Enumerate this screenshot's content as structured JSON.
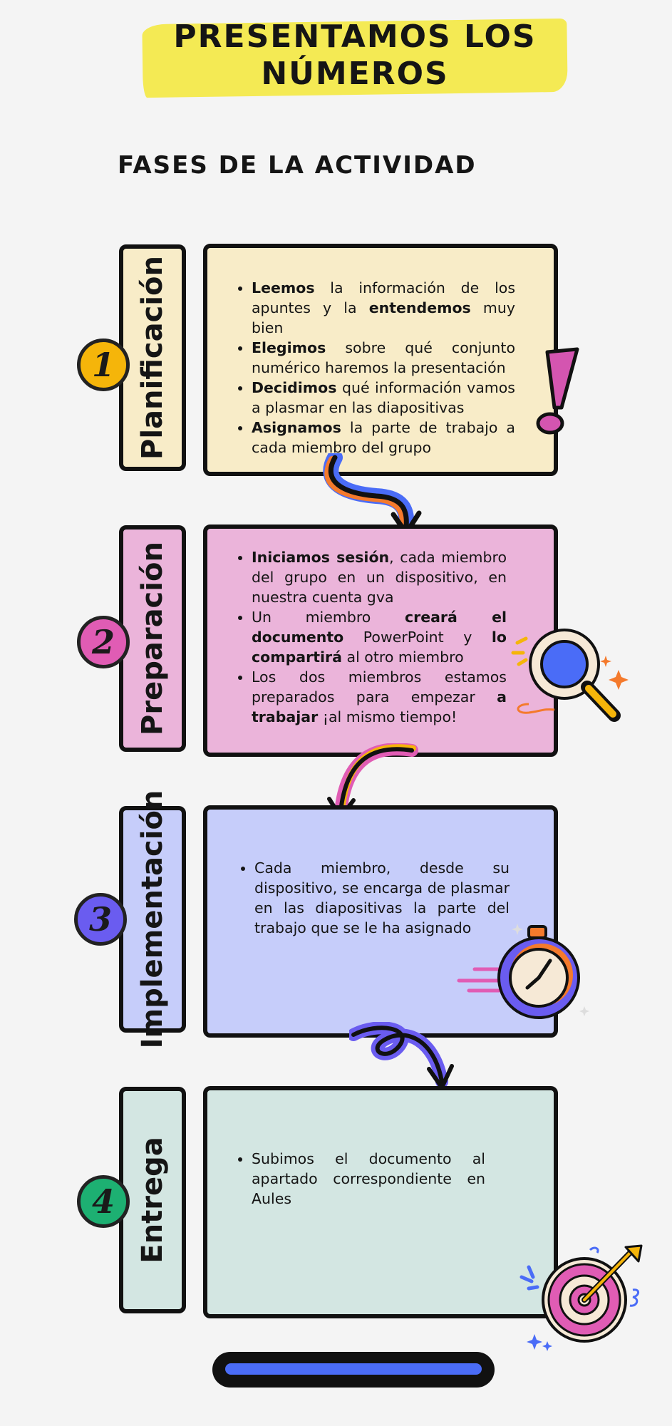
{
  "title": {
    "line1": "PRESENTAMOS LOS",
    "line2": "NÚMEROS"
  },
  "subtitle": "FASES DE LA ACTIVIDAD",
  "phases": [
    {
      "number": "1",
      "label": "Planificación",
      "badge_color": "#f5b50a",
      "box_color": "#f8ecc8",
      "label_color": "#f8ecc8",
      "items": [
        [
          "<b>Leemos</b> la información de los apuntes y la <b>entendemos</b> muy bien"
        ],
        [
          "<b>Elegimos</b> sobre qué conjunto numérico haremos la presentación"
        ],
        [
          "<b>Decidimos</b> qué información vamos a plasmar en las diapositivas"
        ],
        [
          "<b>Asignamos</b> la parte de trabajo a cada miembro del grupo"
        ]
      ]
    },
    {
      "number": "2",
      "label": "Preparación",
      "badge_color": "#e05cb4",
      "box_color": "#ebb4da",
      "label_color": "#ebb4da",
      "items": [
        [
          "<b>Iniciamos sesión</b>, cada miembro del grupo en un dispositivo, en nuestra cuenta gva"
        ],
        [
          "Un miembro <b>creará el documento</b> PowerPoint y <b>lo compartirá</b> al otro miembro"
        ],
        [
          "Los dos miembros estamos preparados para empezar <b>a trabajar</b> ¡al mismo tiempo!"
        ]
      ]
    },
    {
      "number": "3",
      "label": "Implementación",
      "badge_color": "#6a5cf0",
      "box_color": "#c6cdfa",
      "label_color": "#c6cdfa",
      "items": [
        [
          "Cada miembro, desde su dispositivo, se encarga de plasmar en las diapositivas la parte del trabajo que se le ha asignado"
        ]
      ]
    },
    {
      "number": "4",
      "label": "Entrega",
      "badge_color": "#1db072",
      "box_color": "#d3e6e2",
      "label_color": "#d3e6e2",
      "items": [
        [
          "Subimos el documento al apartado correspondiente en Aules"
        ]
      ]
    }
  ],
  "icons": {
    "phase1": "exclamation-icon",
    "phase2": "magnifier-icon",
    "phase3": "stopwatch-icon",
    "phase4": "target-icon"
  },
  "colors": {
    "background": "#f4f4f4",
    "title_highlight": "#f4ea54",
    "bar_fill": "#4a6cf7"
  }
}
